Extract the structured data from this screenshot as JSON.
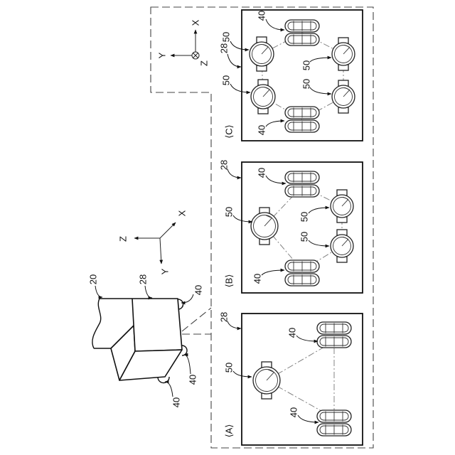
{
  "numerals": {
    "n20": "20",
    "n28": "28",
    "n40": "40",
    "n50": "50"
  },
  "views": {
    "a": "⟨A⟩",
    "b": "⟨B⟩",
    "c": "⟨C⟩"
  },
  "axes": {
    "x": "X",
    "y": "Y",
    "z": "Z"
  }
}
